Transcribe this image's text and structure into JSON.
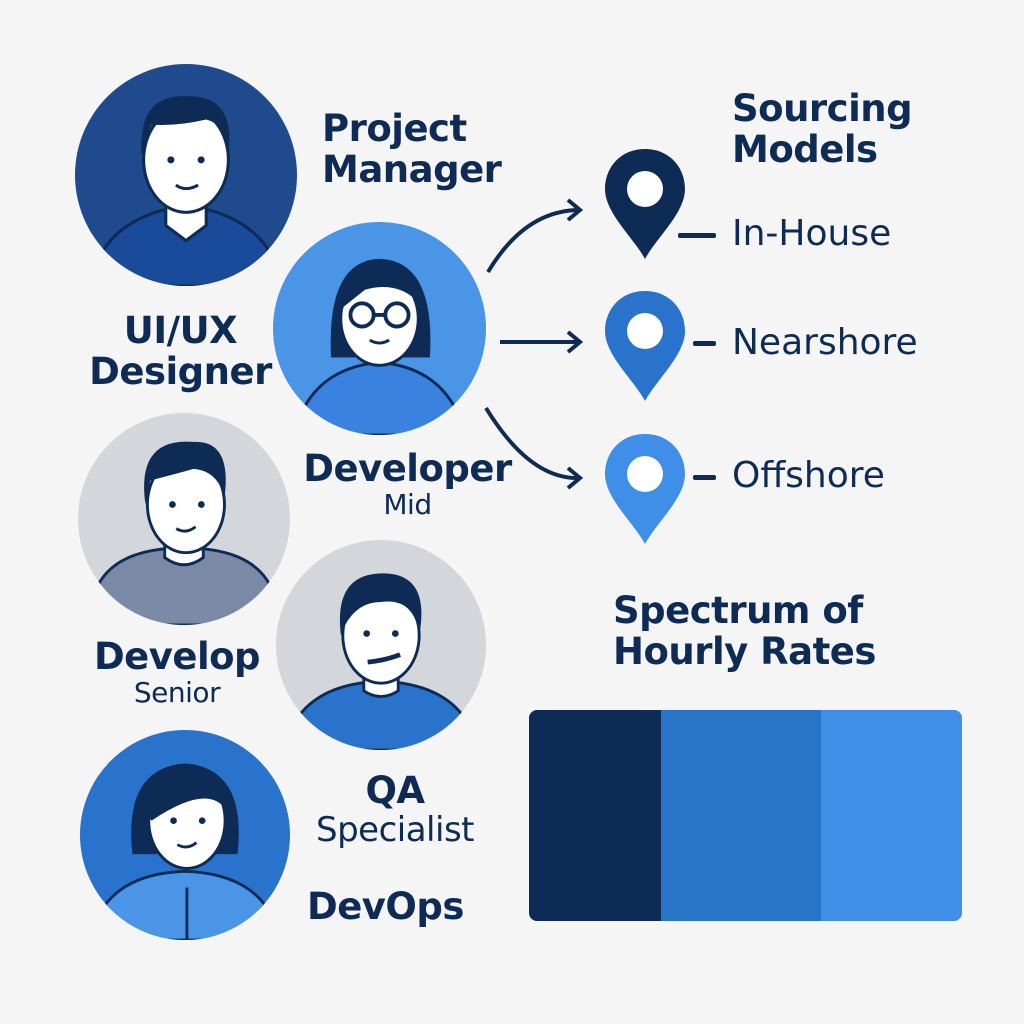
{
  "roles": [
    {
      "id": "project-manager",
      "lines": [
        "Project",
        "Manager"
      ],
      "avatar_bg": "#1f4b8e",
      "shirt": "#1a4a9a"
    },
    {
      "id": "ui-ux-designer",
      "lines": [
        "UI/UX",
        "Designer"
      ],
      "avatar_bg": "#4a95e6",
      "shirt": "#3a82e0"
    },
    {
      "id": "developer-mid",
      "lines": [
        "Developer",
        "Mid"
      ],
      "avatar_bg": "#d3d6db",
      "shirt": "#7a8aa6"
    },
    {
      "id": "developer-senior",
      "lines": [
        "Develop",
        "Senior"
      ],
      "avatar_bg": "#d3d6db",
      "shirt": "#2a73cc"
    },
    {
      "id": "qa-specialist",
      "lines": [
        "QA",
        "Specialist"
      ],
      "avatar_bg": "#2a73cc",
      "shirt": "#4a95e6"
    },
    {
      "id": "devops",
      "lines": [
        "DevOps"
      ]
    }
  ],
  "sourcing": {
    "title_lines": [
      "Sourcing",
      "Models"
    ],
    "models": [
      {
        "label": "In-House",
        "pin_color": "#0d2b55",
        "icon": "location-pin-icon"
      },
      {
        "label": "Nearshore",
        "pin_color": "#2a73cc",
        "icon": "location-pin-icon"
      },
      {
        "label": "Offshore",
        "pin_color": "#3f8ee8",
        "icon": "location-pin-icon"
      }
    ]
  },
  "rates": {
    "title_lines": [
      "Spectrum of",
      "Hourly Rates"
    ],
    "segments": [
      {
        "color": "#0d2b55",
        "width_pct": 30.5
      },
      {
        "color": "#2874c8",
        "width_pct": 37
      },
      {
        "color": "#418ee8",
        "width_pct": 32.5
      }
    ]
  },
  "colors": {
    "text": "#0d2b55",
    "background": "#f5f5f5",
    "arrow": "#0d2b55"
  }
}
